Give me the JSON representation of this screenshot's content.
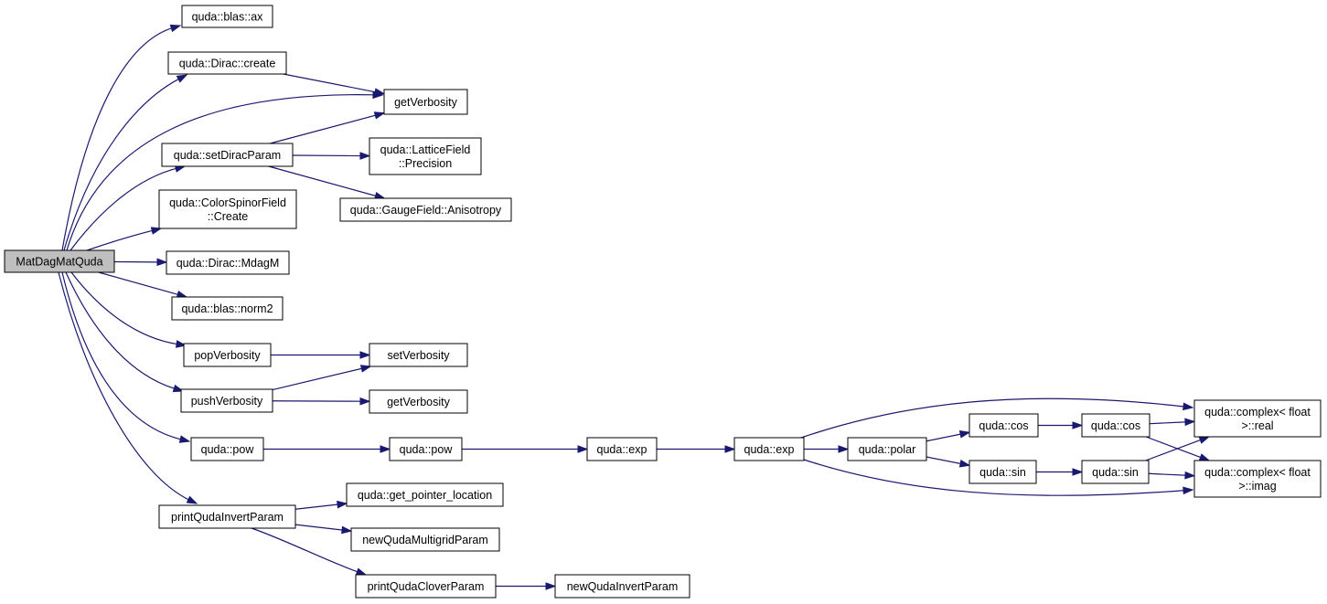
{
  "graph": {
    "nodes": {
      "root": {
        "lines": [
          "MatDagMatQuda"
        ],
        "root": true
      },
      "blas_ax": {
        "lines": [
          "quda::blas::ax"
        ]
      },
      "dirac_create": {
        "lines": [
          "quda::Dirac::create"
        ]
      },
      "getverb1": {
        "lines": [
          "getVerbosity"
        ]
      },
      "setdiracparam": {
        "lines": [
          "quda::setDiracParam"
        ]
      },
      "lattice_precision": {
        "lines": [
          "quda::LatticeField",
          "::Precision"
        ]
      },
      "gauge_aniso": {
        "lines": [
          "quda::GaugeField::Anisotropy"
        ]
      },
      "csf_create": {
        "lines": [
          "quda::ColorSpinorField",
          "::Create"
        ]
      },
      "dirac_mdagm": {
        "lines": [
          "quda::Dirac::MdagM"
        ]
      },
      "blas_norm2": {
        "lines": [
          "quda::blas::norm2"
        ]
      },
      "popverb": {
        "lines": [
          "popVerbosity"
        ]
      },
      "setverb": {
        "lines": [
          "setVerbosity"
        ]
      },
      "pushverb": {
        "lines": [
          "pushVerbosity"
        ]
      },
      "getverb2": {
        "lines": [
          "getVerbosity"
        ]
      },
      "pow1": {
        "lines": [
          "quda::pow"
        ]
      },
      "pow2": {
        "lines": [
          "quda::pow"
        ]
      },
      "exp1": {
        "lines": [
          "quda::exp"
        ]
      },
      "exp2": {
        "lines": [
          "quda::exp"
        ]
      },
      "polar": {
        "lines": [
          "quda::polar"
        ]
      },
      "cos1": {
        "lines": [
          "quda::cos"
        ]
      },
      "cos2": {
        "lines": [
          "quda::cos"
        ]
      },
      "sin1": {
        "lines": [
          "quda::sin"
        ]
      },
      "sin2": {
        "lines": [
          "quda::sin"
        ]
      },
      "complex_real": {
        "lines": [
          "quda::complex< float",
          ">::real"
        ]
      },
      "complex_imag": {
        "lines": [
          "quda::complex< float",
          ">::imag"
        ]
      },
      "printinvert": {
        "lines": [
          "printQudaInvertParam"
        ]
      },
      "getptrloc": {
        "lines": [
          "quda::get_pointer_location"
        ]
      },
      "newmg": {
        "lines": [
          "newQudaMultigridParam"
        ]
      },
      "printclover": {
        "lines": [
          "printQudaCloverParam"
        ]
      },
      "newinvert": {
        "lines": [
          "newQudaInvertParam"
        ]
      }
    },
    "edges": [
      [
        "root",
        "blas_ax"
      ],
      [
        "root",
        "dirac_create"
      ],
      [
        "root",
        "getverb1"
      ],
      [
        "root",
        "setdiracparam"
      ],
      [
        "root",
        "csf_create"
      ],
      [
        "root",
        "dirac_mdagm"
      ],
      [
        "root",
        "blas_norm2"
      ],
      [
        "root",
        "popverb"
      ],
      [
        "root",
        "pushverb"
      ],
      [
        "root",
        "pow1"
      ],
      [
        "root",
        "printinvert"
      ],
      [
        "dirac_create",
        "getverb1"
      ],
      [
        "setdiracparam",
        "getverb1"
      ],
      [
        "setdiracparam",
        "lattice_precision"
      ],
      [
        "setdiracparam",
        "gauge_aniso"
      ],
      [
        "popverb",
        "setverb"
      ],
      [
        "pushverb",
        "setverb"
      ],
      [
        "pushverb",
        "getverb2"
      ],
      [
        "pow1",
        "pow2"
      ],
      [
        "pow2",
        "exp1"
      ],
      [
        "exp1",
        "exp2"
      ],
      [
        "exp2",
        "polar"
      ],
      [
        "exp2",
        "complex_real"
      ],
      [
        "exp2",
        "complex_imag"
      ],
      [
        "polar",
        "cos1"
      ],
      [
        "polar",
        "sin1"
      ],
      [
        "cos1",
        "cos2"
      ],
      [
        "sin1",
        "sin2"
      ],
      [
        "cos2",
        "complex_real"
      ],
      [
        "cos2",
        "complex_imag"
      ],
      [
        "sin2",
        "complex_real"
      ],
      [
        "sin2",
        "complex_imag"
      ],
      [
        "printinvert",
        "getptrloc"
      ],
      [
        "printinvert",
        "newmg"
      ],
      [
        "printinvert",
        "printclover"
      ],
      [
        "printclover",
        "newinvert"
      ]
    ]
  }
}
